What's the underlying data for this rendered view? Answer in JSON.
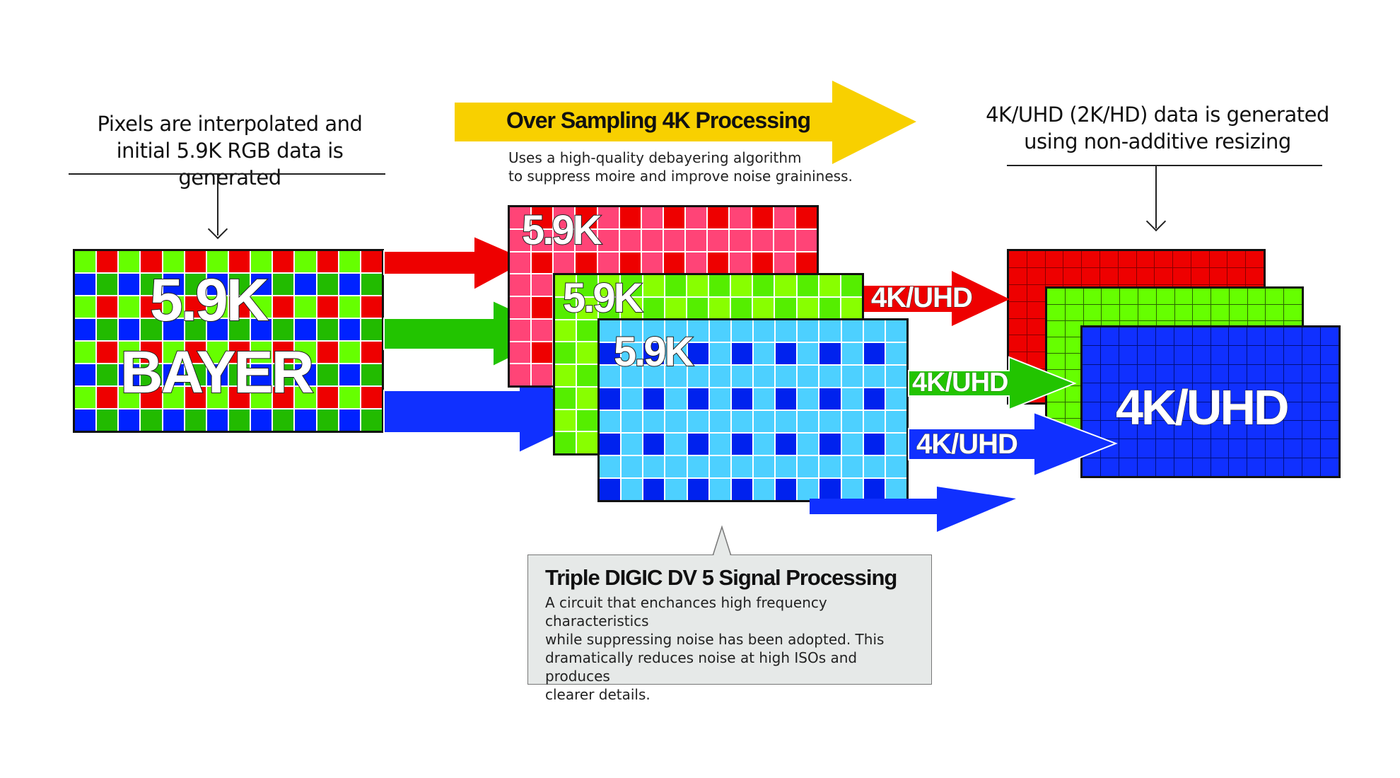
{
  "captions": {
    "left_line1": "Pixels are interpolated and",
    "left_line2": "initial 5.9K RGB data is generated",
    "right_line1": "4K/UHD (2K/HD) data is generated",
    "right_line2": "using non-additive resizing"
  },
  "oversampling": {
    "title": "Over Sampling 4K Processing",
    "desc_line1": "Uses a high-quality debayering algorithm",
    "desc_line2": "to suppress moire and improve noise graininess.",
    "color": "#f8d000"
  },
  "bayer": {
    "line1": "5.9K",
    "line2": "BAYER",
    "colors": {
      "lime": "#66ff00",
      "red": "#ee0000",
      "blue": "#0022ff",
      "green": "#22bb00"
    }
  },
  "planes_5_9k": [
    {
      "label": "5.9K",
      "channel": "red",
      "light": "#ff4477",
      "dark": "#ee0000"
    },
    {
      "label": "5.9K",
      "channel": "green",
      "light": "#88ff00",
      "dark": "#55ee00"
    },
    {
      "label": "5.9K",
      "channel": "blue",
      "light": "#4dd0ff",
      "dark": "#0022ee"
    }
  ],
  "arrows_out": [
    {
      "label": "4K/UHD",
      "color": "#ee0000"
    },
    {
      "label": "4K/UHD",
      "color": "#22c400"
    },
    {
      "label": "4K/UHD",
      "color": "#1030ff"
    }
  ],
  "planes_4k": {
    "label": "4K/UHD",
    "colors": {
      "red": "#ee0000",
      "green": "#66ff00",
      "blue": "#1030ff"
    }
  },
  "callout": {
    "title": "Triple DIGIC DV 5 Signal Processing",
    "body_lines": [
      "A circuit that enchances high frequency characteristics",
      "while suppressing noise has been adopted. This",
      "dramatically reduces noise at high ISOs and produces",
      "clearer details."
    ]
  }
}
